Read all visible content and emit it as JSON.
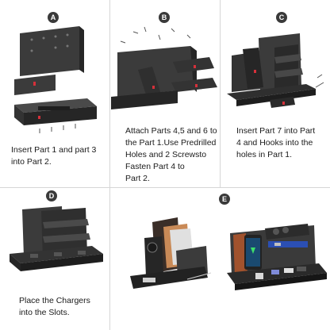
{
  "steps": [
    {
      "label": "A",
      "lines": [
        "Insert Part 1 and part 3",
        "into Part 2."
      ]
    },
    {
      "label": "B",
      "lines": [
        "Attach Parts 4,5 and 6 to",
        "the Part 1.Use Predrilled",
        "Holes and 2 Screwsto",
        "Fasten Part 4 to",
        "Part 2."
      ]
    },
    {
      "label": "C",
      "lines": [
        "Insert Part 7 into Part",
        "4 and Hooks into the",
        "holes in Part 1."
      ]
    },
    {
      "label": "D",
      "lines": [
        "Place the Chargers",
        "into the Slots."
      ]
    },
    {
      "label": "E",
      "lines": []
    }
  ],
  "colors": {
    "wood": "#3b3b3b",
    "wood_dark": "#262626",
    "part_mark": "#d6303a",
    "line": "#d6d6d6"
  }
}
